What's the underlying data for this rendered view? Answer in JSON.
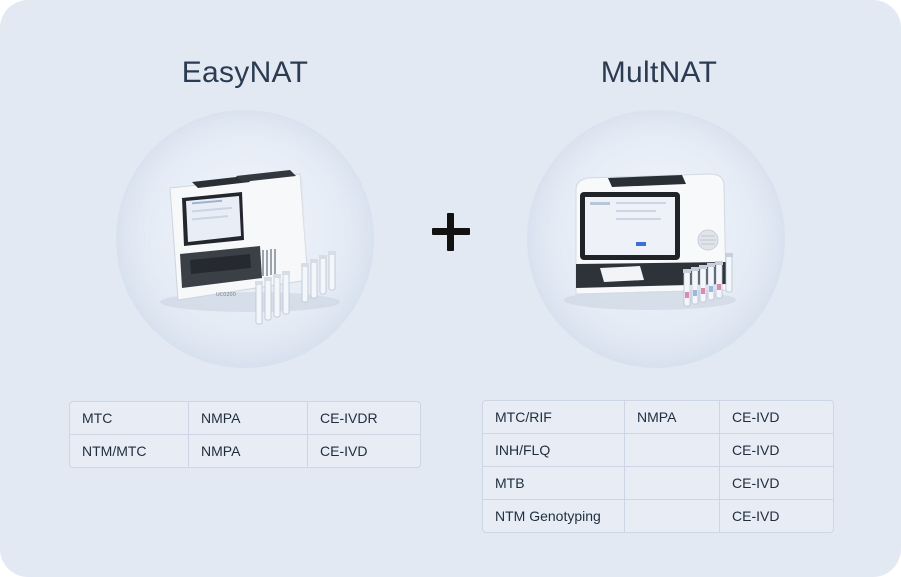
{
  "easynat": {
    "title": "EasyNAT",
    "device_label": "UC0200",
    "rows": [
      [
        "MTC",
        "NMPA",
        "CE-IVDR"
      ],
      [
        "NTM/MTC",
        "NMPA",
        "CE-IVD"
      ]
    ]
  },
  "multnat": {
    "title": "MultNAT",
    "rows": [
      [
        "MTC/RIF",
        "NMPA",
        "CE-IVD"
      ],
      [
        "INH/FLQ",
        "",
        "CE-IVD"
      ],
      [
        "MTB",
        "",
        "CE-IVD"
      ],
      [
        "NTM Genotyping",
        "",
        "CE-IVD"
      ]
    ]
  },
  "colors": {
    "background": "#e3e9f3",
    "title": "#2a3b52",
    "plus": "#111111"
  }
}
